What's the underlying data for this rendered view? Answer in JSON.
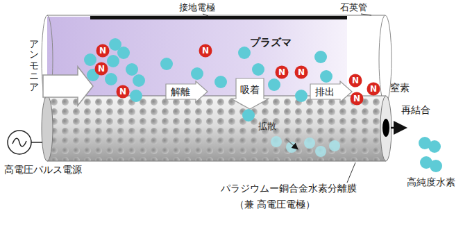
{
  "diagram": {
    "nodes": [
      {
        "text": [
          "解離"
        ]
      },
      {
        "text": [
          "吸着"
        ]
      },
      {
        "text": [
          "排出"
        ]
      },
      {
        "text": [
          "N"
        ]
      },
      {
        "text": [
          "N"
        ]
      },
      {
        "text": [
          "N"
        ]
      },
      {
        "text": [
          "N"
        ]
      },
      {
        "text": [
          "N"
        ]
      },
      {
        "text": [
          "N"
        ]
      },
      {
        "text": [
          "N"
        ]
      },
      {
        "text": [
          "N"
        ]
      },
      {
        "text": [
          "N"
        ]
      }
    ],
    "labels": [
      "接地電極",
      "石英管",
      "プラズマ",
      "アンモニア",
      "窒素",
      "拡散",
      "再結合",
      "高純度水素",
      "高電圧パルス電源",
      "パラジウムー銅合金水素分離膜",
      "（兼 高電圧電極）"
    ]
  }
}
